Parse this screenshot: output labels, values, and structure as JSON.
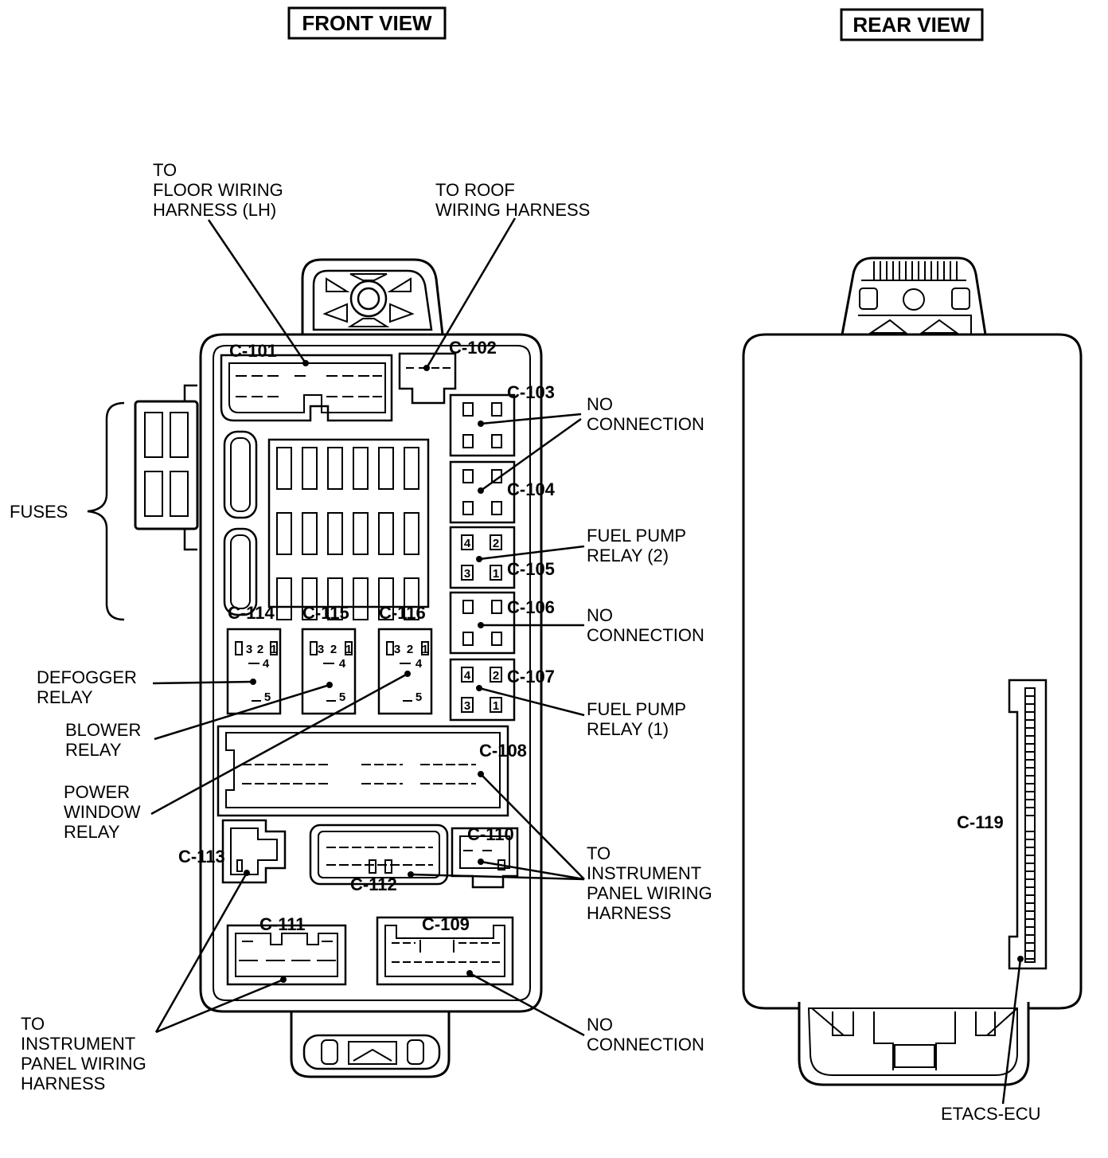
{
  "front_view": {
    "title": "FRONT VIEW",
    "callouts": {
      "floor_harness": [
        "TO",
        "FLOOR WIRING",
        "HARNESS (LH)"
      ],
      "roof_harness": [
        "TO ROOF",
        "WIRING HARNESS"
      ],
      "fuses": "FUSES",
      "no_connection_a": [
        "NO",
        "CONNECTION"
      ],
      "fuel_pump_relay_2": [
        "FUEL PUMP",
        "RELAY (2)"
      ],
      "no_connection_b": [
        "NO",
        "CONNECTION"
      ],
      "fuel_pump_relay_1": [
        "FUEL PUMP",
        "RELAY (1)"
      ],
      "defogger_relay": [
        "DEFOGGER",
        "RELAY"
      ],
      "blower_relay": [
        "BLOWER",
        "RELAY"
      ],
      "power_window_relay": [
        "POWER",
        "WINDOW",
        "RELAY"
      ],
      "instrument_panel_right": [
        "TO",
        "INSTRUMENT",
        "PANEL WIRING",
        "HARNESS"
      ],
      "instrument_panel_left": [
        "TO",
        "INSTRUMENT",
        "PANEL WIRING",
        "HARNESS"
      ],
      "no_connection_c": [
        "NO",
        "CONNECTION"
      ]
    },
    "connectors": {
      "c101": "C-101",
      "c102": "C-102",
      "c103": "C-103",
      "c104": "C-104",
      "c105": "C-105",
      "c106": "C-106",
      "c107": "C-107",
      "c108": "C-108",
      "c109": "C-109",
      "c110": "C-110",
      "c111": "C-111",
      "c112": "C-112",
      "c113": "C-113",
      "c114": "C-114",
      "c115": "C-115",
      "c116": "C-116"
    },
    "relay_pins_small": [
      "4",
      "2",
      "3",
      "1"
    ],
    "relay_pins_large": [
      "3",
      "2",
      "1",
      "4",
      "5"
    ]
  },
  "rear_view": {
    "title": "REAR VIEW",
    "connector": "C-119",
    "etacs_label": "ETACS-ECU"
  }
}
